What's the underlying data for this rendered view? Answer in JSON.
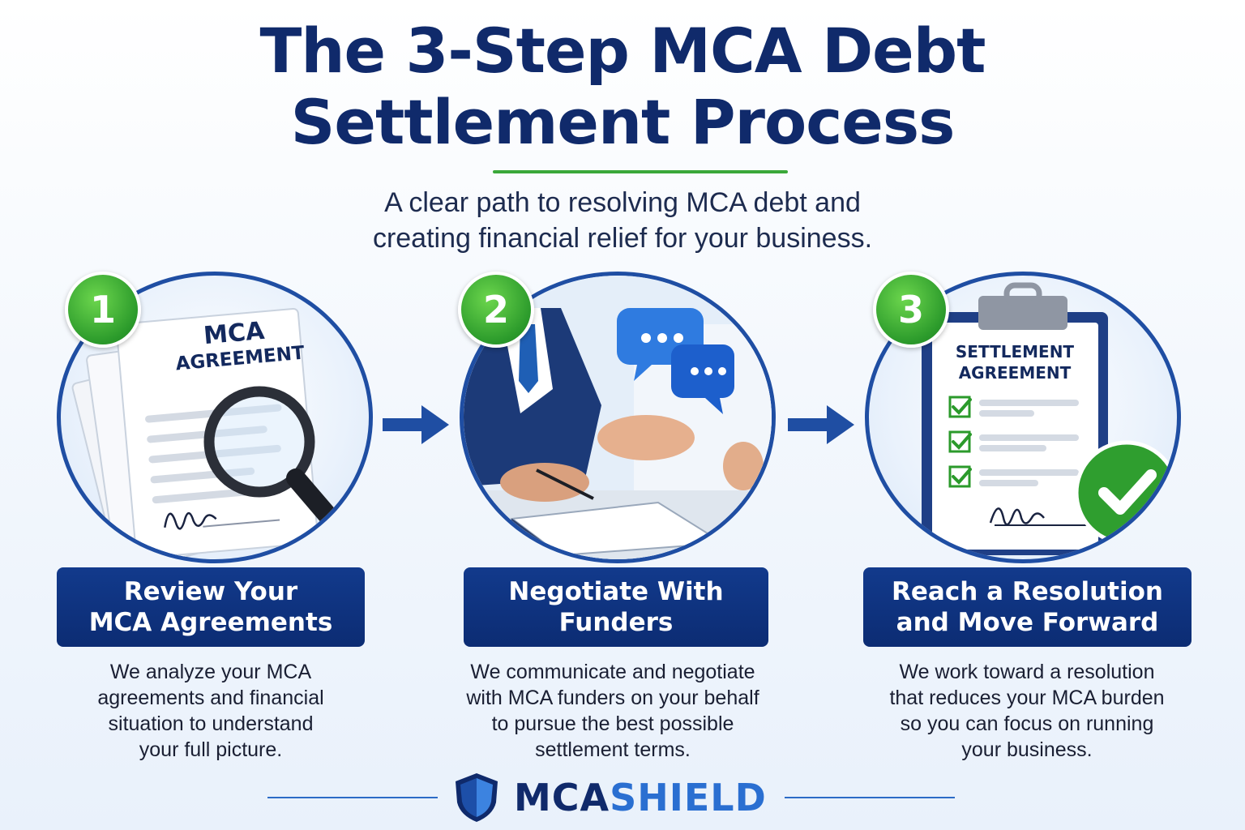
{
  "header": {
    "title_line1": "The 3-Step MCA Debt",
    "title_line2": "Settlement Process",
    "subtitle_line1": "A clear path to resolving MCA debt and",
    "subtitle_line2": "creating financial relief for your business."
  },
  "steps": [
    {
      "number": "1",
      "doc_label_line1": "MCA",
      "doc_label_line2": "AGREEMENT",
      "title_line1": "Review Your",
      "title_line2": "MCA Agreements",
      "desc": [
        "We analyze your MCA",
        "agreements and financial",
        "situation to understand",
        "your full picture."
      ]
    },
    {
      "number": "2",
      "title_line1": "Negotiate With",
      "title_line2": "Funders",
      "desc": [
        "We communicate and negotiate",
        "with MCA funders on your behalf",
        "to pursue the best possible",
        "settlement terms."
      ]
    },
    {
      "number": "3",
      "doc_label_line1": "SETTLEMENT",
      "doc_label_line2": "AGREEMENT",
      "title_line1": "Reach a Resolution",
      "title_line2": "and Move Forward",
      "desc": [
        "We work toward a resolution",
        "that reduces your MCA burden",
        "so you can focus on running",
        "your business."
      ]
    }
  ],
  "brand": {
    "part1": "MCA",
    "part2": "SHIELD"
  },
  "colors": {
    "navy": "#102a6b",
    "banner": "#123a8c",
    "green": "#2b9a2b",
    "accent_blue": "#2a6fd1"
  }
}
